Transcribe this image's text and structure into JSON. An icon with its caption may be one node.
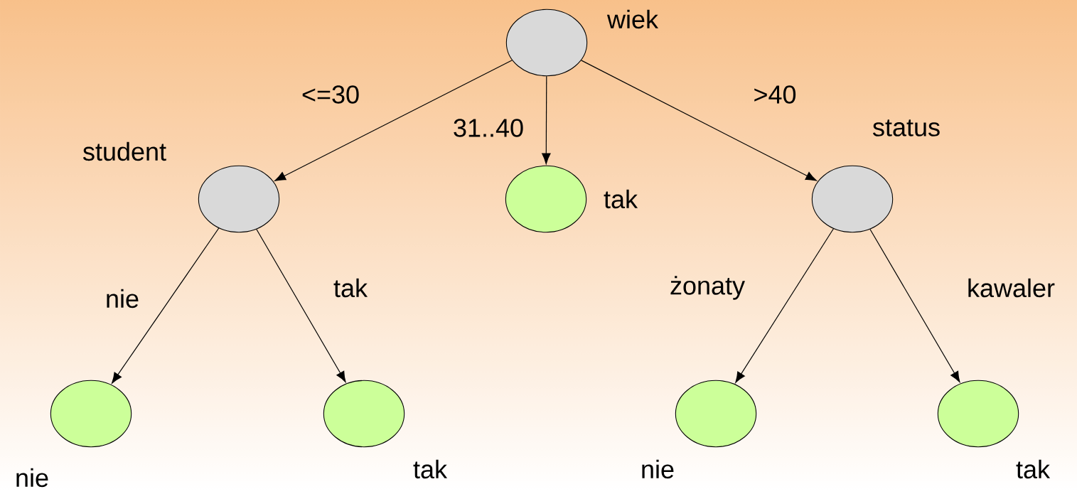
{
  "diagram": {
    "nodes": [
      {
        "text": [],
        "shape": "circle",
        "beside": [
          "wiek"
        ]
      },
      {
        "text": [],
        "shape": "circle",
        "beside": [
          "student"
        ]
      },
      {
        "text": [],
        "shape": "circle",
        "beside": [
          "tak"
        ]
      },
      {
        "text": [],
        "shape": "circle",
        "beside": [
          "status"
        ]
      },
      {
        "text": [],
        "shape": "circle",
        "beside": [
          "nie"
        ]
      },
      {
        "text": [],
        "shape": "circle",
        "beside": [
          "tak"
        ]
      },
      {
        "text": [],
        "shape": "circle",
        "beside": [
          "nie"
        ]
      },
      {
        "text": [],
        "shape": "circle",
        "beside": [
          "tak"
        ]
      }
    ],
    "edges": [
      {
        "from": 0,
        "to": 1,
        "arrow": "to",
        "label": "<=30"
      },
      {
        "from": 0,
        "to": 2,
        "arrow": "to",
        "label": "31..40"
      },
      {
        "from": 0,
        "to": 3,
        "arrow": "to",
        "label": ">40"
      },
      {
        "from": 1,
        "to": 4,
        "arrow": "to",
        "label": "nie"
      },
      {
        "from": 1,
        "to": 5,
        "arrow": "to",
        "label": "tak"
      },
      {
        "from": 3,
        "to": 6,
        "arrow": "to",
        "label": "żonaty"
      },
      {
        "from": 3,
        "to": 7,
        "arrow": "to",
        "label": "kawaler"
      }
    ]
  }
}
